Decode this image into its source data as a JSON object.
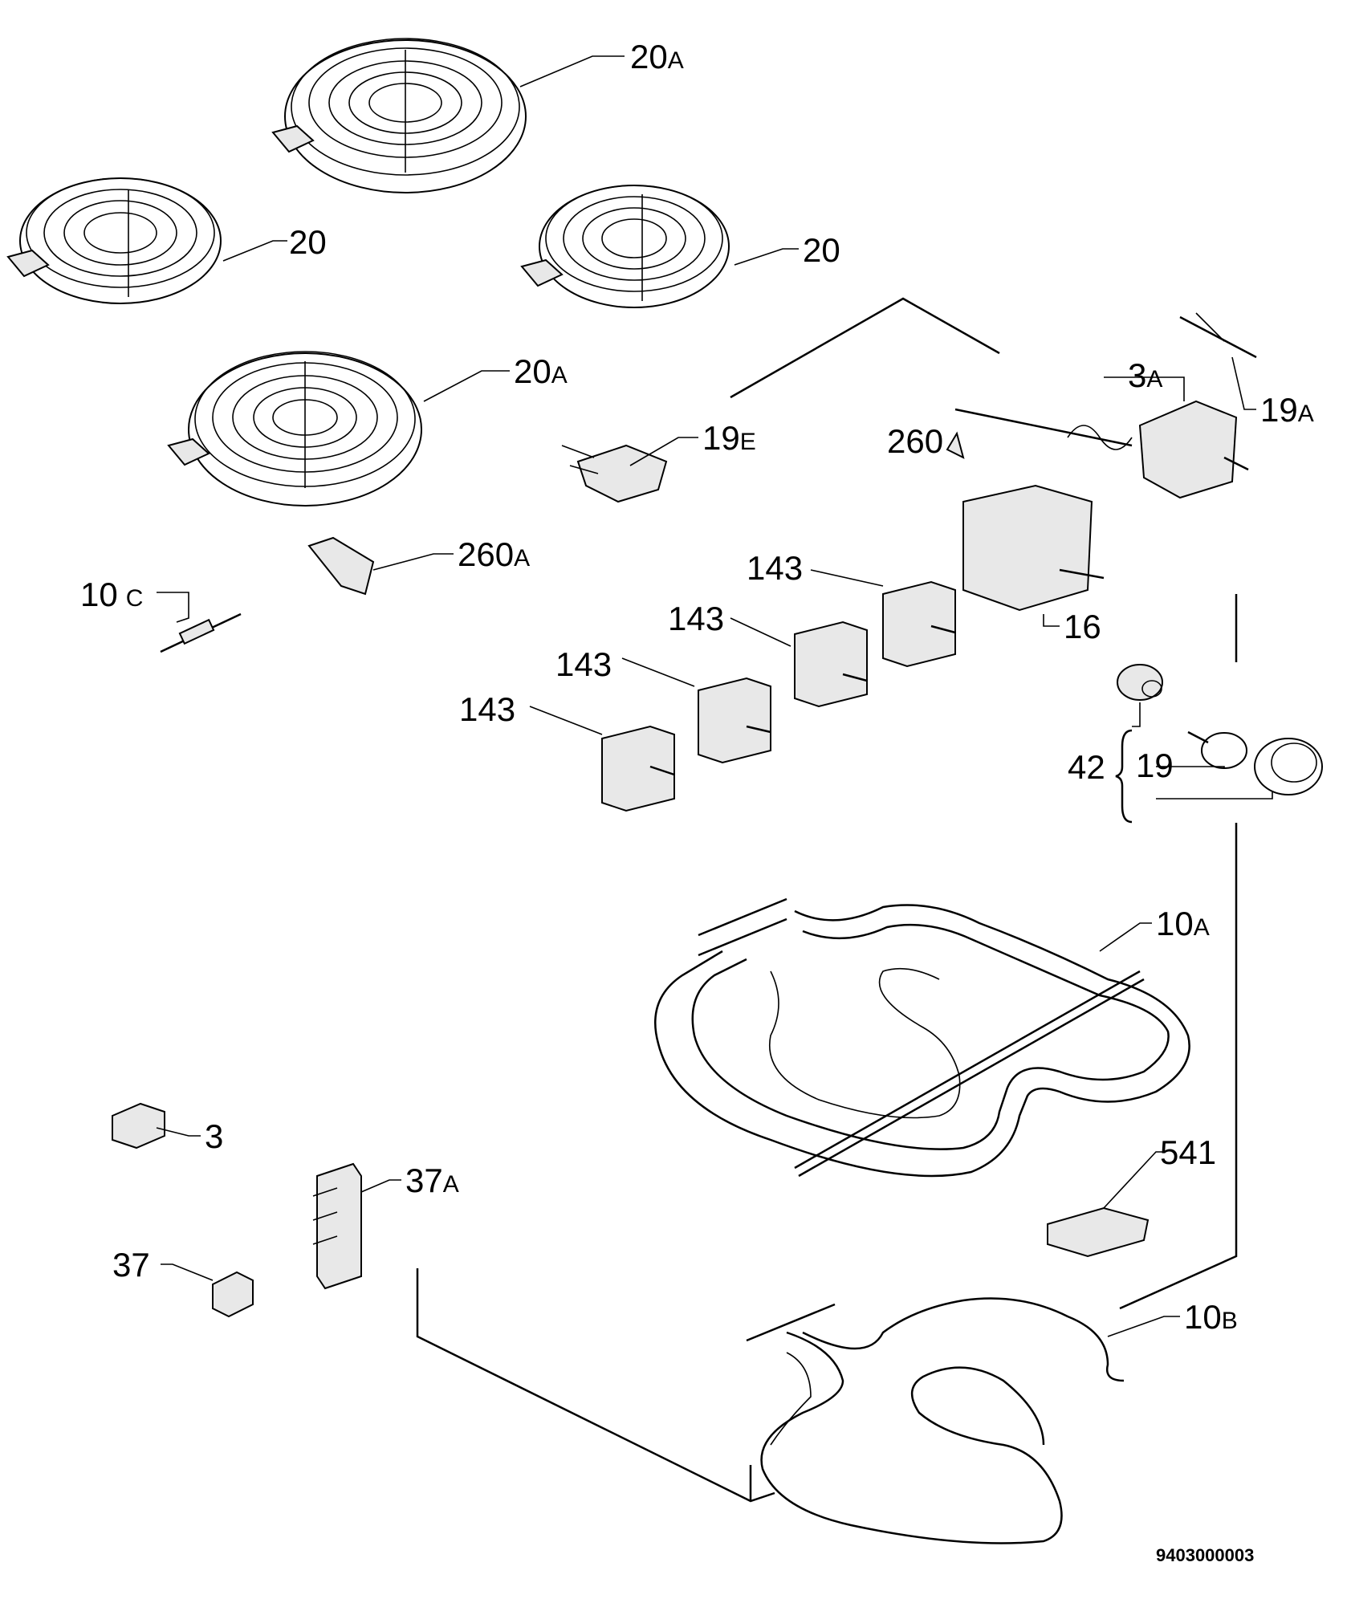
{
  "labels": {
    "hob_rear_large": {
      "num": "20",
      "suffix": "A"
    },
    "hob_left_small": {
      "num": "20",
      "suffix": ""
    },
    "hob_right_small": {
      "num": "20",
      "suffix": ""
    },
    "hob_front_large": {
      "num": "20",
      "suffix": "A"
    },
    "terminal_19e": {
      "num": "19",
      "suffix": "E"
    },
    "clip_260": {
      "num": "260",
      "suffix": ""
    },
    "thermostat_3a": {
      "num": "3",
      "suffix": "A"
    },
    "sensor_19a": {
      "num": "19",
      "suffix": "A"
    },
    "bracket_260a": {
      "num": "260",
      "suffix": "A"
    },
    "fuse_10c": {
      "num": "10",
      "suffix": "C"
    },
    "selector_16": {
      "num": "16",
      "suffix": ""
    },
    "regulator_1": {
      "num": "143",
      "suffix": ""
    },
    "regulator_2": {
      "num": "143",
      "suffix": ""
    },
    "regulator_3": {
      "num": "143",
      "suffix": ""
    },
    "regulator_4": {
      "num": "143",
      "suffix": ""
    },
    "lamp_assembly_42": {
      "num": "42",
      "suffix": ""
    },
    "lamp_19": {
      "num": "19",
      "suffix": ""
    },
    "grill_element_10a": {
      "num": "10",
      "suffix": "A"
    },
    "switch_541": {
      "num": "541",
      "suffix": ""
    },
    "thermal_cutout_3": {
      "num": "3",
      "suffix": ""
    },
    "terminal_block_37a": {
      "num": "37",
      "suffix": "A"
    },
    "terminal_37": {
      "num": "37",
      "suffix": ""
    },
    "bottom_element_10b": {
      "num": "10",
      "suffix": "B"
    }
  },
  "drawing_code": "9403000003"
}
